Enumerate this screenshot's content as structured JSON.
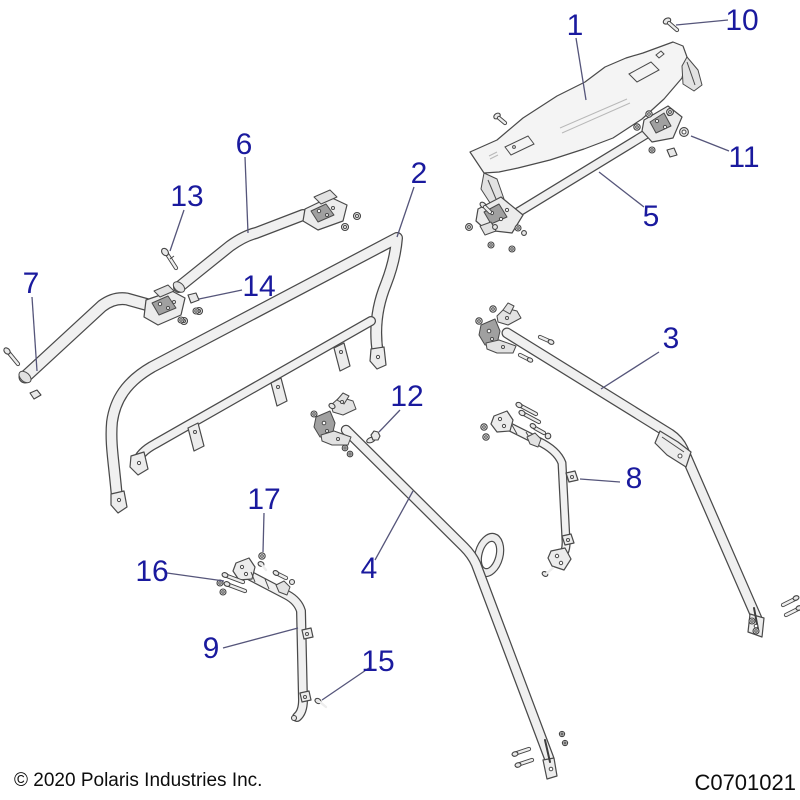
{
  "diagram": {
    "footer": {
      "copyright": "© 2020 Polaris Industries Inc.",
      "reference_code": "C0701021"
    },
    "callouts": [
      {
        "label": "1"
      },
      {
        "label": "2"
      },
      {
        "label": "3"
      },
      {
        "label": "4"
      },
      {
        "label": "5"
      },
      {
        "label": "6"
      },
      {
        "label": "7"
      },
      {
        "label": "8"
      },
      {
        "label": "9"
      },
      {
        "label": "10"
      },
      {
        "label": "11"
      },
      {
        "label": "12"
      },
      {
        "label": "13"
      },
      {
        "label": "14"
      },
      {
        "label": "15"
      },
      {
        "label": "16"
      },
      {
        "label": "17"
      }
    ],
    "colors": {
      "callout_text": "#1a1a9e",
      "leader_line": "#55557a",
      "part_outline": "#4a4a4a",
      "part_fill": "#f0f0f0",
      "background": "#ffffff"
    }
  }
}
